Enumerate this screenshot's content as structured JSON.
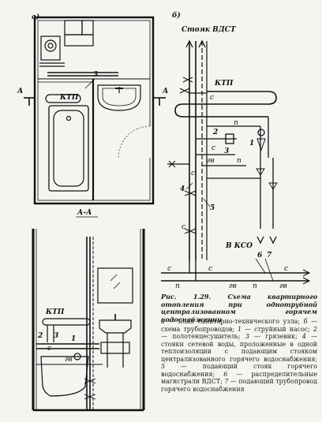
{
  "panels": {
    "a": "а)",
    "b": "б)",
    "section": "А-А"
  },
  "labels": {
    "cut_mark": "А",
    "riser": "Стояк ВДСТ",
    "ktp": "КТП",
    "to_kso": "В КСО",
    "c": "с",
    "n": "п",
    "gv": "гв"
  },
  "numbers": [
    "1",
    "2",
    "3",
    "4",
    "5",
    "6",
    "7"
  ],
  "caption": {
    "title": "Рис. 1.29. Схема квартирного отопления при однотрубной централизованном горячем водоснабжении"
  },
  "legend": [
    {
      "key": "а",
      "text": " — план санитарно-технического узла; "
    },
    {
      "key": "б",
      "text": " — схема трубопроводов; "
    },
    {
      "key": "1",
      "text": " — струйный насос; "
    },
    {
      "key": "2",
      "text": " — полотенцесушитель; "
    },
    {
      "key": "3",
      "text": " — грязевик; "
    },
    {
      "key": "4",
      "text": " — стояки сетевой воды, проложенные в одной теплоизоляции с подающим стояком централизованного горячего водоснабжения; "
    },
    {
      "key": "5",
      "text": " — подающий стояк горячего водоснабжения; "
    },
    {
      "key": "6",
      "text": " — распределительные магистрали ВДСТ; "
    },
    {
      "key": "7",
      "text": " — подающий трубопровод горячего водоснабжения"
    }
  ]
}
